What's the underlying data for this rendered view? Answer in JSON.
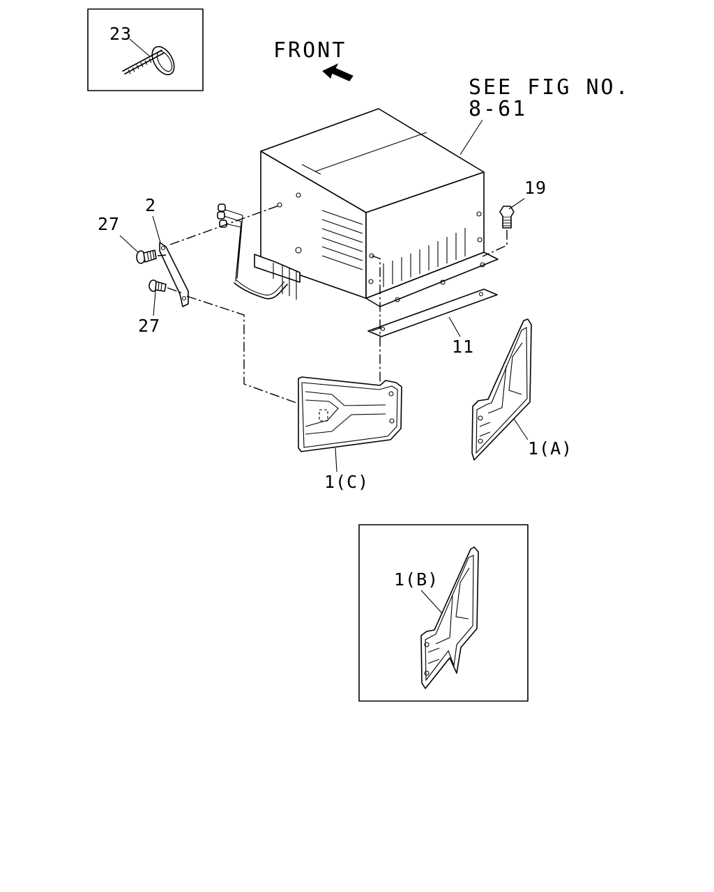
{
  "labels": {
    "front": "FRONT",
    "see_fig_line1": "SEE FIG NO.",
    "see_fig_line2": "8-61",
    "part_23": "23",
    "part_2": "2",
    "part_27_upper": "27",
    "part_27_lower": "27",
    "part_19": "19",
    "part_11": "11",
    "part_1a": "1(A)",
    "part_1b": "1(B)",
    "part_1c": "1(C)"
  },
  "icons": {
    "front_arrow": "arrow-up-left-icon"
  }
}
